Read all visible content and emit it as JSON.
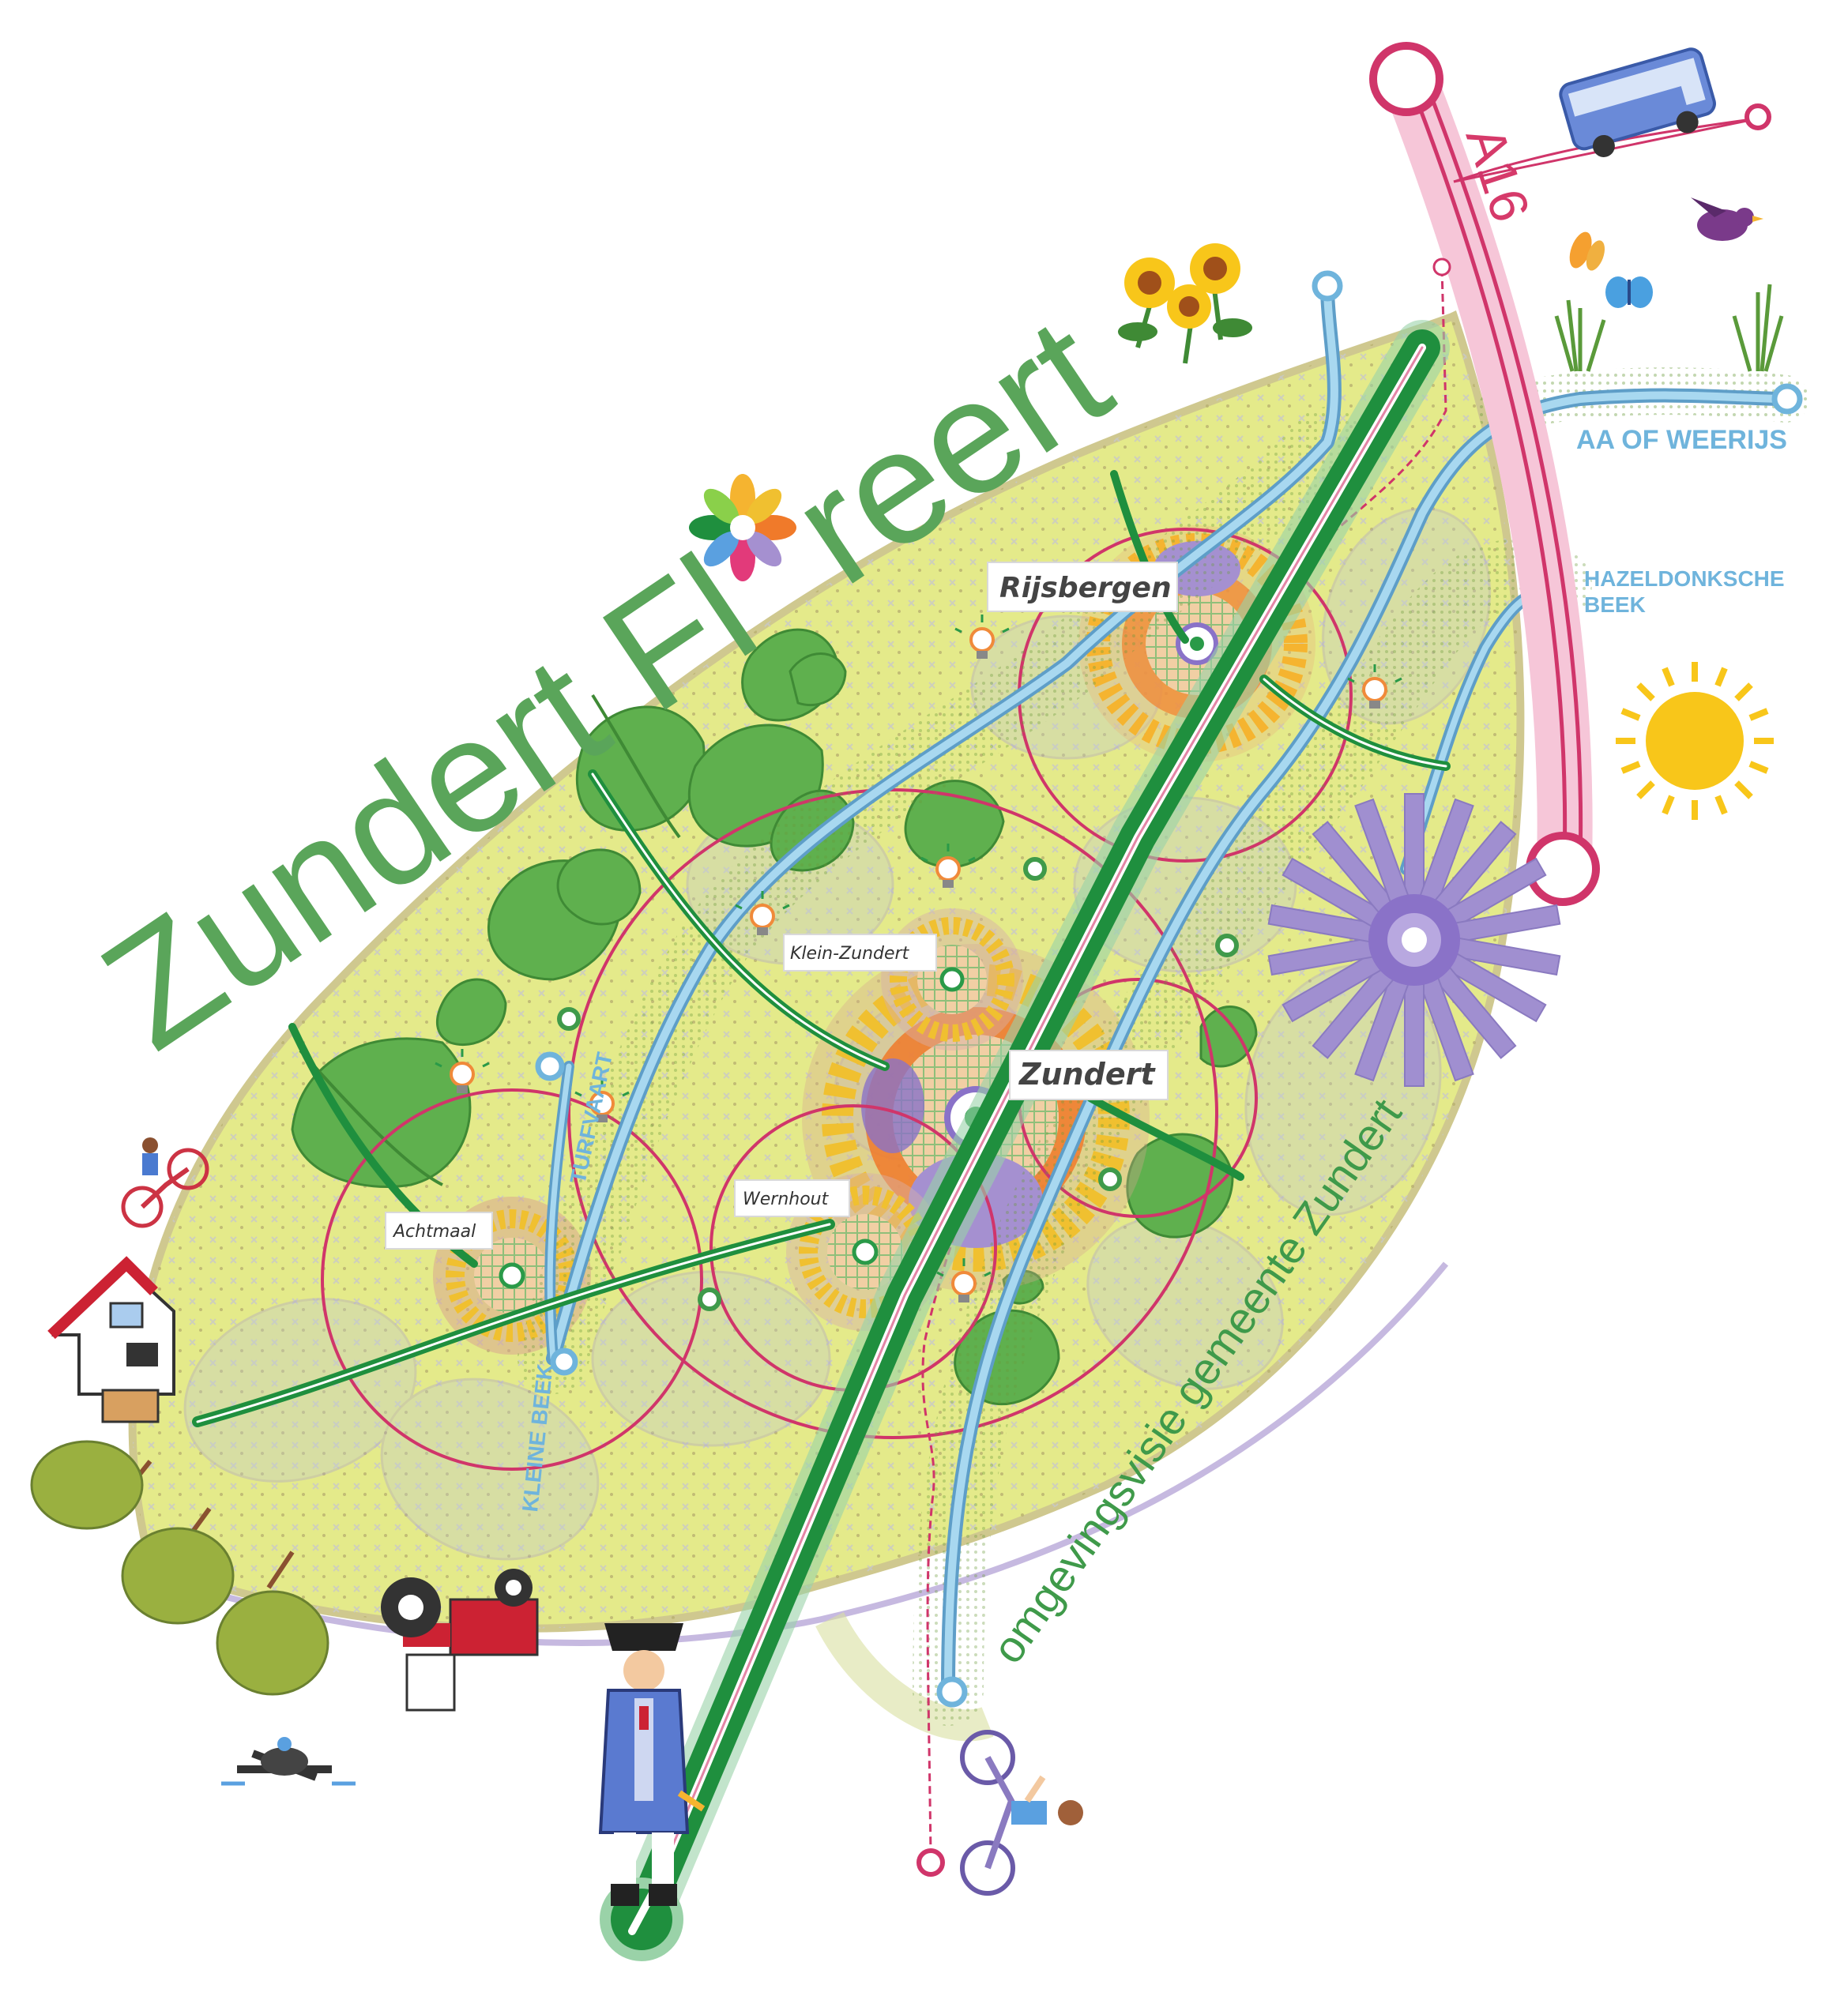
{
  "title": {
    "part1": "Zundert Fl",
    "part2": "reert"
  },
  "subtitle": "omgevingsvisie gemeente Zundert",
  "road": "A16",
  "rivers": {
    "aa_of_weerijs": "AA OF WEERIJS",
    "hazeldonksche_line1": "HAZELDONKSCHE",
    "hazeldonksche_line2": "BEEK",
    "turfvaart": "TURFVAART",
    "kleine_beek": "KLEINE BEEK"
  },
  "places": {
    "rijsbergen": "Rijsbergen",
    "klein_zundert": "Klein-Zundert",
    "zundert": "Zundert",
    "wernhout": "Wernhout",
    "achtmaal": "Achtmaal"
  },
  "colors": {
    "leaf_fill": "#e4ea8a",
    "leaf_stroke": "#cfc88f",
    "river": "#8cc8e8",
    "road_pink": "#f6c6d8",
    "network_red": "#d0356a",
    "stem_green": "#1f8f3e",
    "title_green": "#5aa55a",
    "sun": "#f8c61a",
    "windmill": "#a08fd0"
  },
  "icons": [
    "bus-icon",
    "bird-icon",
    "butterfly-icon",
    "sunflower-icon",
    "sun-icon",
    "windmill-icon",
    "cyclist-icon",
    "house-icon",
    "tree-icon",
    "tractor-icon",
    "drone-icon",
    "napoleon-figure-icon",
    "lightbulb-icon",
    "flower-logo-icon",
    "grass-icon"
  ]
}
